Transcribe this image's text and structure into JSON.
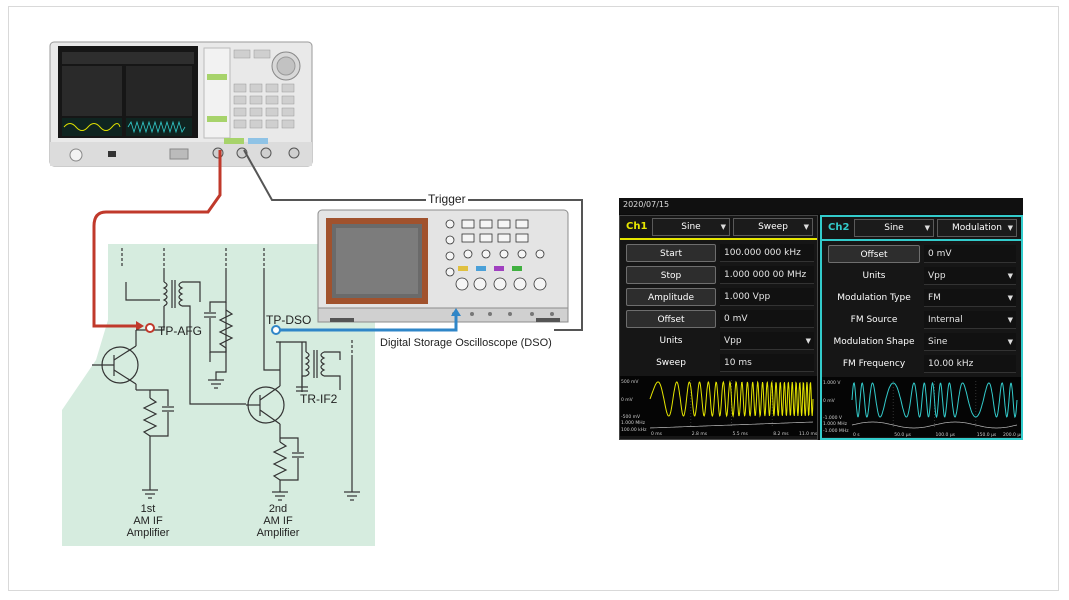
{
  "diagram": {
    "trigger_label": "Trigger",
    "dso_label": "Digital Storage Oscilloscope (DSO)",
    "tp_afg_label": "TP-AFG",
    "tp_dso_label": "TP-DSO",
    "tr_if2_label": "TR-IF2",
    "stage1_label_1": "1st",
    "stage1_label_2": "AM IF",
    "stage1_label_3": "Amplifier",
    "stage2_label_1": "2nd",
    "stage2_label_2": "AM IF",
    "stage2_label_3": "Amplifier",
    "colors": {
      "afg_cable": "#c0392b",
      "dso_cable": "#2f86c8",
      "circuit_bg": "#d4ebdd"
    }
  },
  "afg_panel": {
    "date": "2020/07/15",
    "ch1": {
      "label": "Ch1",
      "waveform": "Sine",
      "mode": "Sweep",
      "rows": [
        {
          "label": "Start",
          "value": "100.000 000 kHz",
          "type": "button"
        },
        {
          "label": "Stop",
          "value": "1.000 000 00 MHz",
          "type": "button"
        },
        {
          "label": "Amplitude",
          "value": "1.000 Vpp",
          "type": "button"
        },
        {
          "label": "Offset",
          "value": "0 mV",
          "type": "button"
        },
        {
          "label": "Units",
          "value": "Vpp",
          "type": "dropdown"
        },
        {
          "label": "Sweep",
          "value": "10 ms",
          "type": "plain"
        }
      ],
      "plot_y_labels": [
        "500 mV",
        "0 mV",
        "-500 mV",
        "1.000 MHz",
        "100.00 kHz"
      ],
      "plot_x_labels": [
        "0 ms",
        "2.8 ms",
        "5.5 ms",
        "8.2 ms",
        "11.0 ms"
      ],
      "color": "#e6e600"
    },
    "ch2": {
      "label": "Ch2",
      "waveform": "Sine",
      "mode": "Modulation",
      "rows": [
        {
          "label": "Offset",
          "value": "0 mV",
          "type": "button"
        },
        {
          "label": "Units",
          "value": "Vpp",
          "type": "dropdown"
        },
        {
          "label": "Modulation Type",
          "value": "FM",
          "type": "dropdown"
        },
        {
          "label": "FM Source",
          "value": "Internal",
          "type": "dropdown"
        },
        {
          "label": "Modulation Shape",
          "value": "Sine",
          "type": "dropdown"
        },
        {
          "label": "FM Frequency",
          "value": "10.00 kHz",
          "type": "plain"
        }
      ],
      "plot_y_labels": [
        "1.000 V",
        "0 mV",
        "-1.000 V",
        "1.000 MHz",
        "-1.000 MHz"
      ],
      "plot_x_labels": [
        "0 s",
        "50.0 µs",
        "100.0 µs",
        "150.0 µs",
        "200.0 µs"
      ],
      "color": "#33cccc"
    }
  }
}
